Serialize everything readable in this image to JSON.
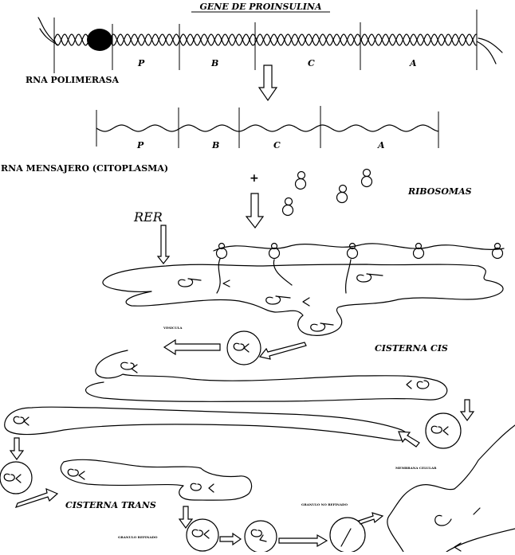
{
  "title": "GENE DE PROINSULINA",
  "gene_segments": [
    "P",
    "B",
    "C",
    "A"
  ],
  "mrna_segments": [
    "P",
    "B",
    "C",
    "A"
  ],
  "labels": {
    "rna_polimerasa": "RNA POLIMERASA",
    "rna_mensajero": "RNA MENSAJERO (CITOPLASMA)",
    "plus": "+",
    "ribosomas": "RIBOSOMAS",
    "rer": "RER",
    "vesicula": "VESICULA",
    "cisterna_cis": "CISTERNA CIS",
    "cisterna_trans": "CISTERNA TRANS",
    "membrana_celular": "MEMBRANA CELULAR",
    "granulo_no_refinado": "GRANULO NO REFINADO",
    "granulo_refinado": "GRANULO REFINADO"
  }
}
